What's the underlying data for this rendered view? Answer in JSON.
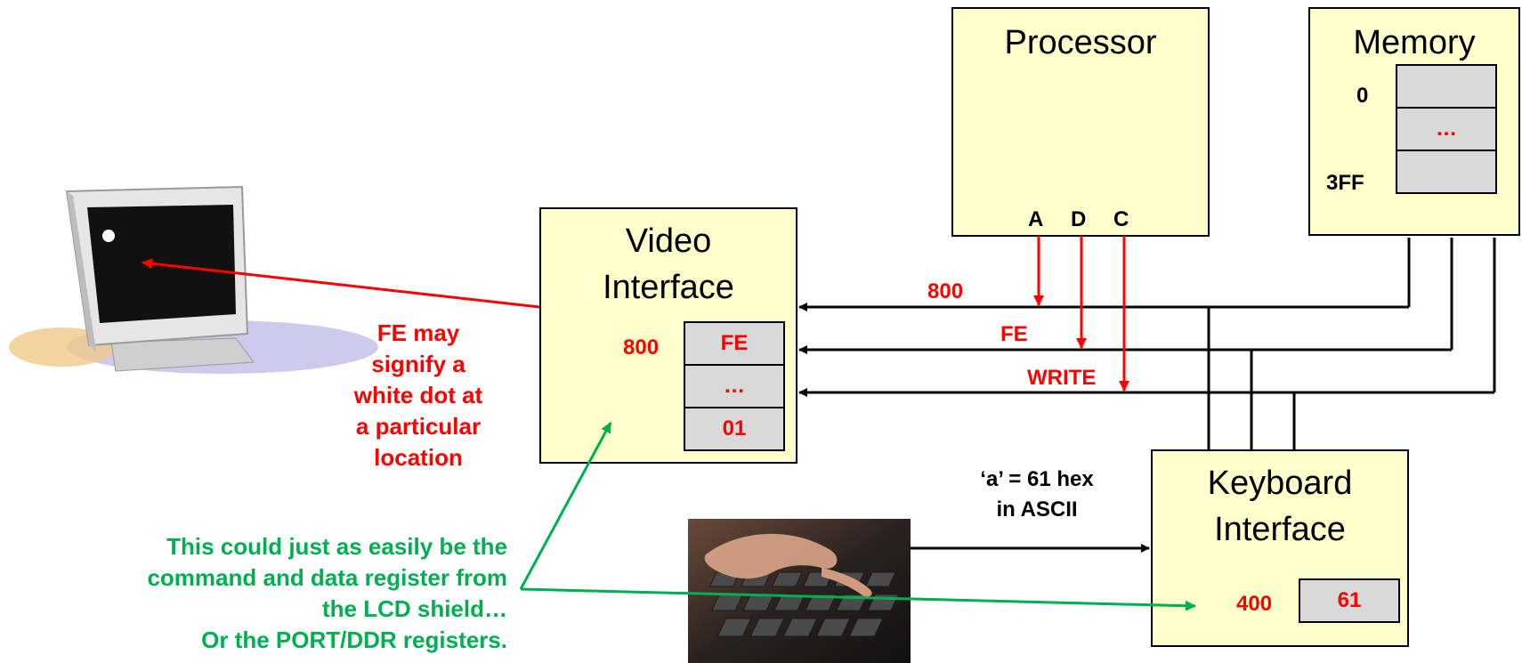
{
  "processor": {
    "title": "Processor",
    "pins": [
      "A",
      "D",
      "C"
    ]
  },
  "memory": {
    "title": "Memory",
    "addr_start": "0",
    "addr_end": "3FF",
    "cells": [
      "",
      "…",
      ""
    ]
  },
  "video": {
    "title_line1": "Video",
    "title_line2": "Interface",
    "addr": "800",
    "cells": [
      "FE",
      "…",
      "01"
    ]
  },
  "keyboard": {
    "title_line1": "Keyboard",
    "title_line2": "Interface",
    "addr": "400",
    "value": "61"
  },
  "bus": {
    "address": "800",
    "data": "FE",
    "control": "WRITE"
  },
  "ascii_note": {
    "line1": "‘a’ = 61 hex",
    "line2": "in ASCII"
  },
  "fe_note": [
    "FE may",
    "signify a",
    "white dot at",
    "a particular",
    "location"
  ],
  "green_note": [
    "This could just as easily be the",
    "command and data register from",
    "the LCD shield…",
    "Or the PORT/DDR registers."
  ],
  "colors": {
    "box_fill": "#ffffcc",
    "cell_fill": "#d9d9d9",
    "accent_red": "#ff0000",
    "accent_green": "#00b050"
  },
  "images": {
    "monitor": "crt-monitor-image",
    "keyboard": "keyboard-typing-image"
  }
}
